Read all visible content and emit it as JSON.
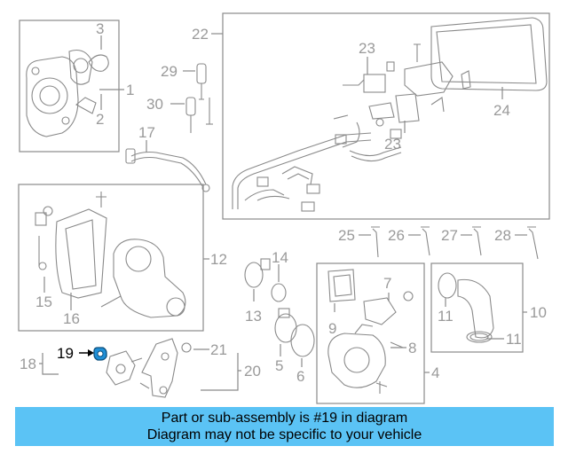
{
  "callouts": {
    "c1": "1",
    "c2": "2",
    "c3": "3",
    "c4": "4",
    "c5": "5",
    "c6": "6",
    "c7": "7",
    "c8": "8",
    "c9": "9",
    "c10": "10",
    "c11a": "11",
    "c11b": "11",
    "c12": "12",
    "c13": "13",
    "c14": "14",
    "c15": "15",
    "c16": "16",
    "c17": "17",
    "c18": "18",
    "c19": "19",
    "c20": "20",
    "c21": "21",
    "c22": "22",
    "c23a": "23",
    "c23b": "23",
    "c24": "24",
    "c25": "25",
    "c26": "26",
    "c27": "27",
    "c28": "28",
    "c29": "29",
    "c30": "30"
  },
  "highlight": {
    "part_number": "19",
    "color": "#1f8fd6"
  },
  "banner": {
    "line1": "Part or sub-assembly is #19 in diagram",
    "line2": "Diagram may not be specific to your vehicle",
    "color": "#5bc3f5"
  }
}
